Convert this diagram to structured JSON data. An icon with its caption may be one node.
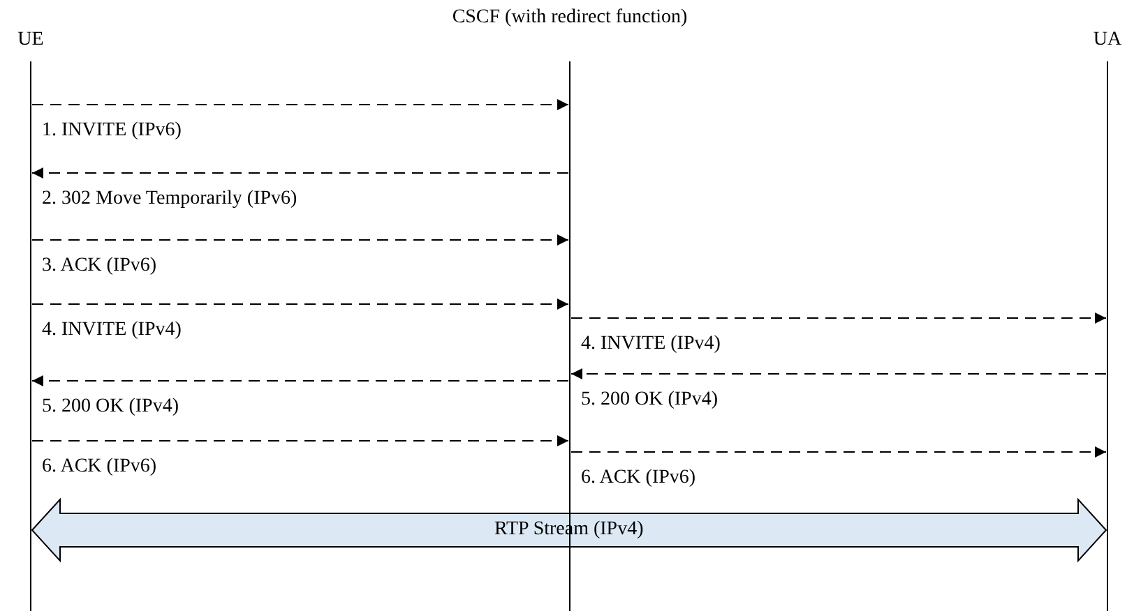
{
  "diagram": {
    "nodes": [
      {
        "text": [
          "UE"
        ]
      },
      {
        "text": [
          "CSCF (with redirect function)"
        ]
      },
      {
        "text": [
          "UA"
        ]
      }
    ],
    "edges": [
      {
        "from": 0,
        "to": 1,
        "arrow": "to",
        "label": "1. INVITE (IPv6)",
        "style": "dashed"
      },
      {
        "from": 1,
        "to": 0,
        "arrow": "to",
        "label": "2. 302 Move Temporarily (IPv6)",
        "style": "dashed"
      },
      {
        "from": 0,
        "to": 1,
        "arrow": "to",
        "label": "3. ACK (IPv6)",
        "style": "dashed"
      },
      {
        "from": 0,
        "to": 1,
        "arrow": "to",
        "label": "4. INVITE (IPv4)",
        "style": "dashed"
      },
      {
        "from": 1,
        "to": 2,
        "arrow": "to",
        "label": "4. INVITE (IPv4)",
        "style": "dashed"
      },
      {
        "from": 2,
        "to": 1,
        "arrow": "to",
        "label": "5. 200 OK (IPv4)",
        "style": "dashed"
      },
      {
        "from": 1,
        "to": 0,
        "arrow": "to",
        "label": "5. 200 OK (IPv4)",
        "style": "dashed"
      },
      {
        "from": 0,
        "to": 1,
        "arrow": "to",
        "label": "6. ACK (IPv6)",
        "style": "dashed"
      },
      {
        "from": 1,
        "to": 2,
        "arrow": "to",
        "label": "6. ACK (IPv6)",
        "style": "dashed"
      },
      {
        "from": 0,
        "to": 2,
        "arrow": "both",
        "label": "RTP Stream (IPv4)",
        "style": "thick",
        "color": "#dce9f5"
      }
    ]
  }
}
